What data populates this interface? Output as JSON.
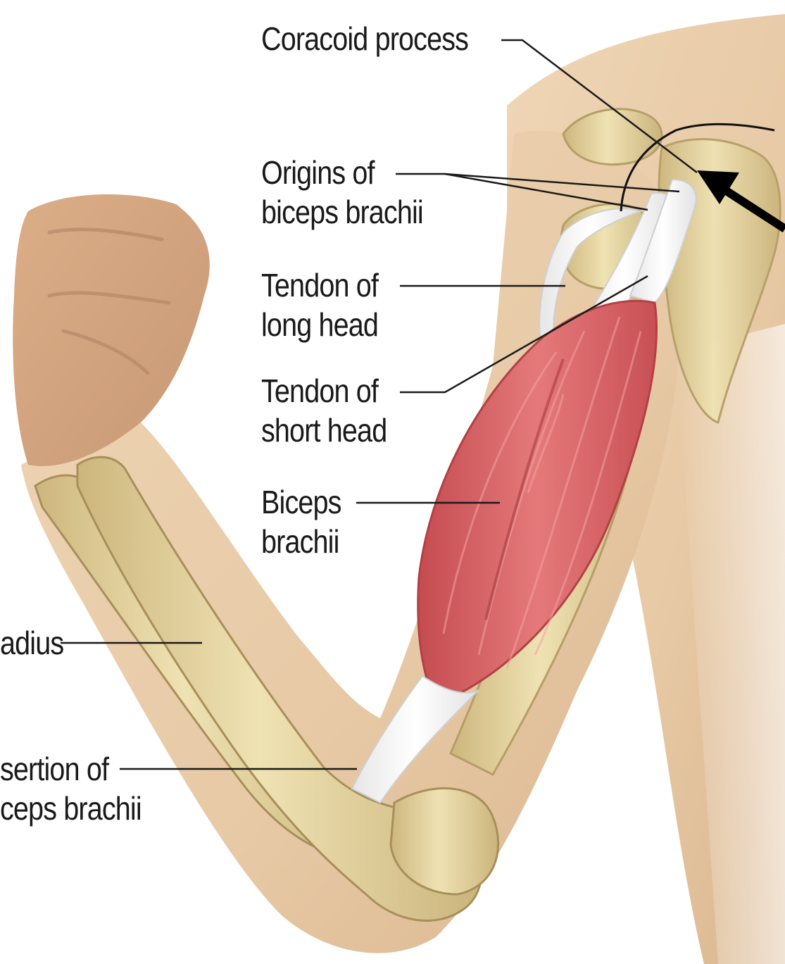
{
  "diagram": {
    "labels": {
      "coracoid_process": "Coracoid process",
      "origins_line1": "Origins of",
      "origins_line2": "biceps brachii",
      "long_head_line1": "Tendon of",
      "long_head_line2": "long head",
      "short_head_line1": "Tendon of",
      "short_head_line2": "short head",
      "biceps_line1": "Biceps",
      "biceps_line2": "brachii",
      "radius": "adius",
      "insertion_line1": "sertion of",
      "insertion_line2": "ceps brachii"
    },
    "colors": {
      "skin": "#e7c9a5",
      "skin_shadow": "#d3a981",
      "bone": "#e8d7a0",
      "bone_shadow": "#c9b27a",
      "muscle": "#e06e6e",
      "muscle_dark": "#c94d50",
      "tendon": "#f2f2f2",
      "leader_line": "#1a1a1a",
      "arrow": "#000000"
    }
  }
}
